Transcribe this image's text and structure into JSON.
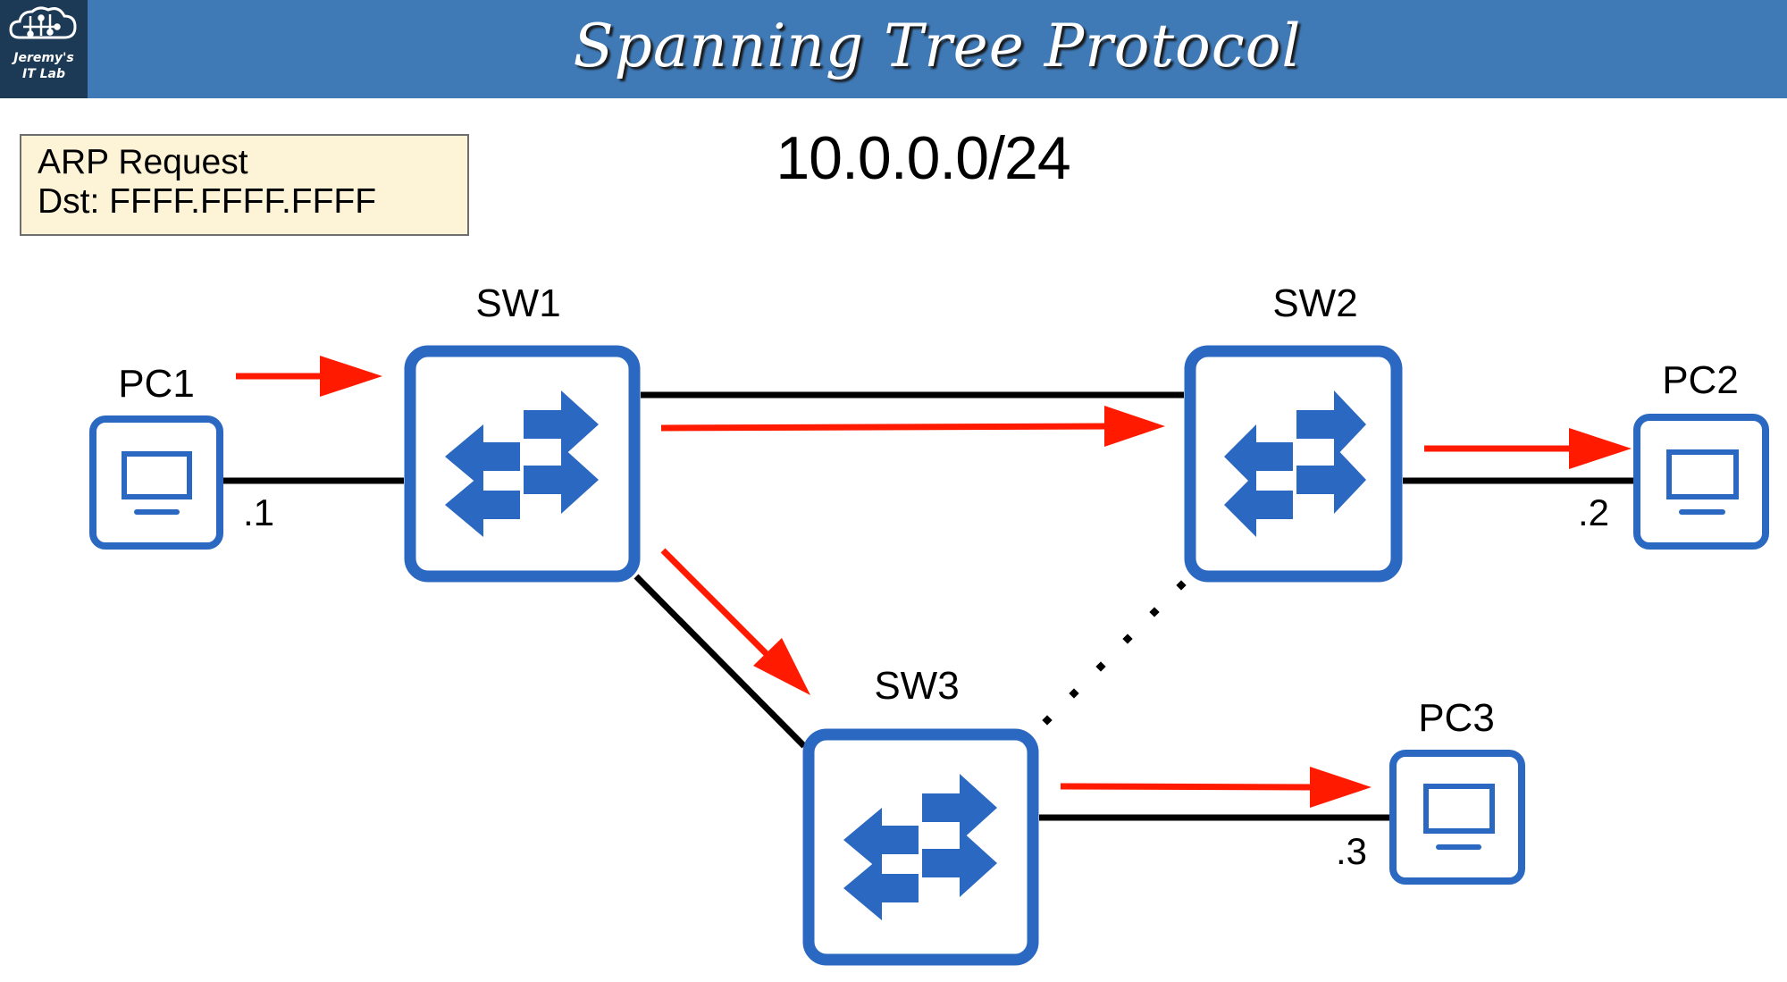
{
  "header": {
    "title": "Spanning Tree Protocol",
    "logo": {
      "line1": "Jeremy's",
      "line2": "IT Lab",
      "icon": "cloud-circuit-icon"
    }
  },
  "frame_info": {
    "line1": "ARP Request",
    "line2": "Dst: FFFF.FFFF.FFFF"
  },
  "subnet": "10.0.0.0/24",
  "devices": {
    "sw1": {
      "label": "SW1",
      "type": "switch"
    },
    "sw2": {
      "label": "SW2",
      "type": "switch"
    },
    "sw3": {
      "label": "SW3",
      "type": "switch"
    },
    "pc1": {
      "label": "PC1",
      "type": "pc",
      "ip_suffix": ".1"
    },
    "pc2": {
      "label": "PC2",
      "type": "pc",
      "ip_suffix": ".2"
    },
    "pc3": {
      "label": "PC3",
      "type": "pc",
      "ip_suffix": ".3"
    }
  },
  "links": [
    {
      "from": "PC1",
      "to": "SW1",
      "state": "active"
    },
    {
      "from": "SW1",
      "to": "SW2",
      "state": "active"
    },
    {
      "from": "SW1",
      "to": "SW3",
      "state": "active"
    },
    {
      "from": "SW2",
      "to": "PC2",
      "state": "active"
    },
    {
      "from": "SW3",
      "to": "PC3",
      "state": "active"
    },
    {
      "from": "SW2",
      "to": "SW3",
      "state": "blocked"
    }
  ],
  "frame_flow": [
    {
      "from": "PC1",
      "to": "SW1"
    },
    {
      "from": "SW1",
      "to": "SW2"
    },
    {
      "from": "SW1",
      "to": "SW3"
    },
    {
      "from": "SW2",
      "to": "PC2"
    },
    {
      "from": "SW3",
      "to": "PC3"
    }
  ],
  "colors": {
    "header_bg": "#3f7ab7",
    "logo_bg": "#1c3a55",
    "device_blue": "#2b68c1",
    "arrow_red": "#ff1a00",
    "link_black": "#000000",
    "note_bg": "#fdf3d6"
  }
}
